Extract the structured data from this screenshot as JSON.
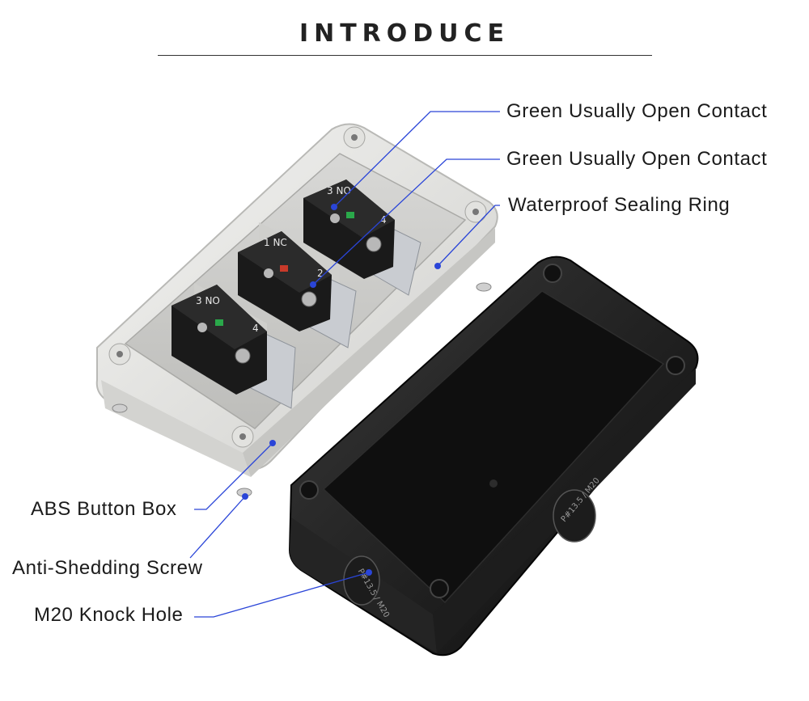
{
  "header": {
    "title": "INTRODUCE"
  },
  "labels": {
    "contact_1": "Green Usually Open Contact",
    "contact_2": "Green Usually Open Contact",
    "sealing_ring": "Waterproof Sealing Ring",
    "abs_box": "ABS Button Box",
    "screw": "Anti-Shedding Screw",
    "knock_hole": "M20 Knock Hole"
  },
  "markings": {
    "block_a_top": "3 NO",
    "block_a_bottom": "4",
    "block_b_top": "1 NC",
    "block_b_bottom": "2",
    "block_c_top": "3 NO",
    "block_c_bottom": "4",
    "hole_side": "P#13.5 / M20",
    "hole_front": "P#13.5 / M20"
  },
  "colors": {
    "leader": "#2a45d8",
    "title": "#222222",
    "box_white": "#e6e6e4",
    "box_black": "#161616"
  }
}
